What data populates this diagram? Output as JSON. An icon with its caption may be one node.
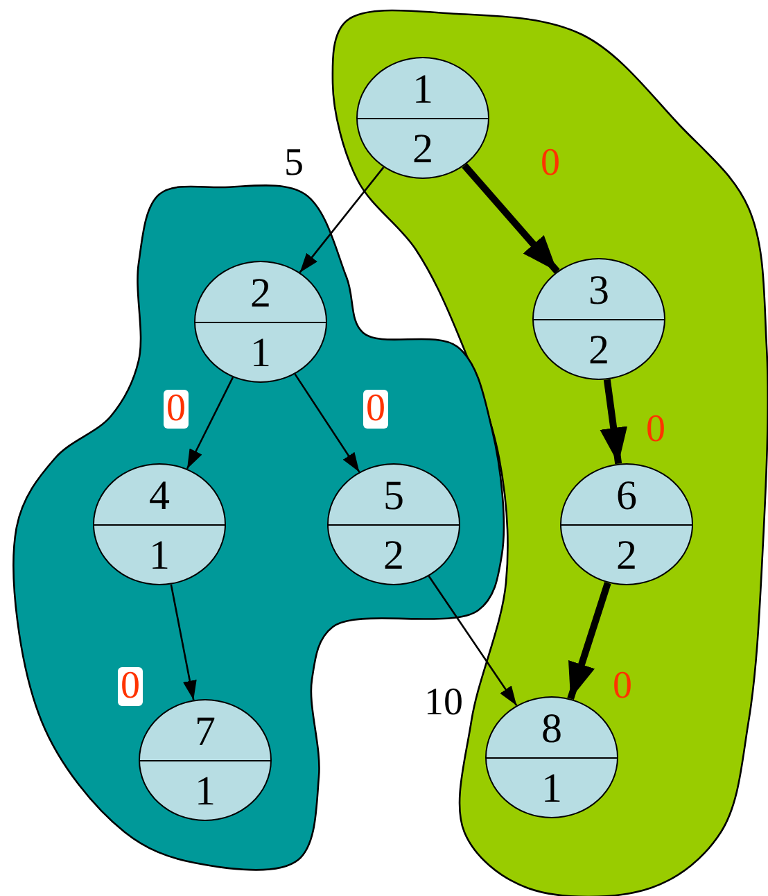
{
  "diagram": {
    "nodes": [
      {
        "text": [],
        "shape": "cloud"
      },
      {
        "text": [
          "1",
          "2"
        ],
        "in": 0
      },
      {
        "text": [],
        "shape": "cloud"
      },
      {
        "text": [
          "2",
          "1"
        ],
        "in": 2
      },
      {
        "text": [
          "3",
          "2"
        ],
        "in": 0
      },
      {
        "text": [
          "4",
          "1"
        ],
        "in": 2
      },
      {
        "text": [
          "5",
          "2"
        ],
        "in": 2
      },
      {
        "text": [
          "6",
          "2"
        ],
        "in": 0
      },
      {
        "text": [
          "7",
          "1"
        ],
        "in": 2
      },
      {
        "text": [
          "8",
          "1"
        ],
        "in": 0
      }
    ],
    "edges": [
      {
        "from": 1,
        "to": 3,
        "arrow": "to",
        "label": "5"
      },
      {
        "from": 1,
        "to": 4,
        "arrow": "to",
        "label": "0",
        "style": "thick"
      },
      {
        "from": 3,
        "to": 5,
        "arrow": "to",
        "label": "0"
      },
      {
        "from": 3,
        "to": 6,
        "arrow": "to",
        "label": "0"
      },
      {
        "from": 4,
        "to": 7,
        "arrow": "to",
        "label": "0",
        "style": "thick"
      },
      {
        "from": 5,
        "to": 8,
        "arrow": "to",
        "label": "0"
      },
      {
        "from": 6,
        "to": 9,
        "arrow": "to",
        "label": "10"
      },
      {
        "from": 7,
        "to": 9,
        "arrow": "to",
        "label": "0",
        "style": "thick"
      }
    ]
  }
}
